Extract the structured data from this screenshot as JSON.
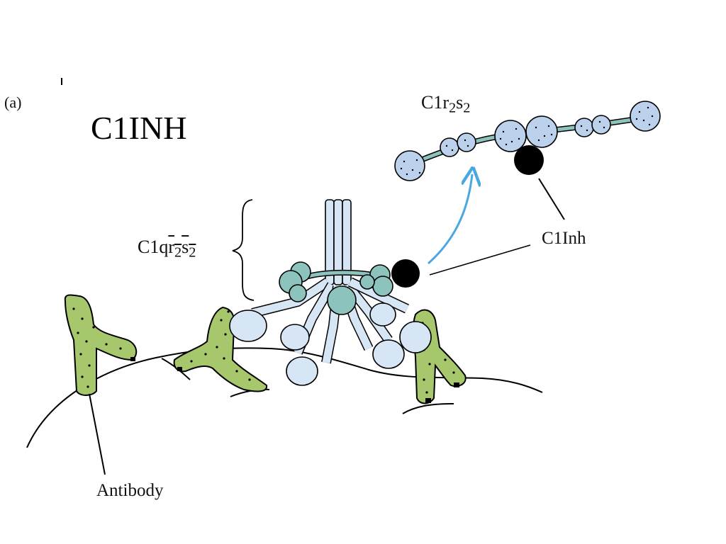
{
  "panel_label": "(a)",
  "title": "C1INH",
  "complex_label": {
    "main": "C1q",
    "sub_a": "r",
    "num_a": "2",
    "sub_b": "s",
    "num_b": "2"
  },
  "fragment_label": {
    "main": "C1r",
    "num_a": "2",
    "sub_b": "s",
    "num_b": "2"
  },
  "inhibitor_label": "C1Inh",
  "antibody_label": "Antibody",
  "colors": {
    "antibody_fill": "#a6c76c",
    "c1q_stalk_fill": "#d7e6f4",
    "c1q_head_fill": "#8cc3bd",
    "c1rs_bead_fill": "#bcd2ec",
    "inhibitor_fill": "#000000",
    "arrow": "#4aa8e0"
  }
}
